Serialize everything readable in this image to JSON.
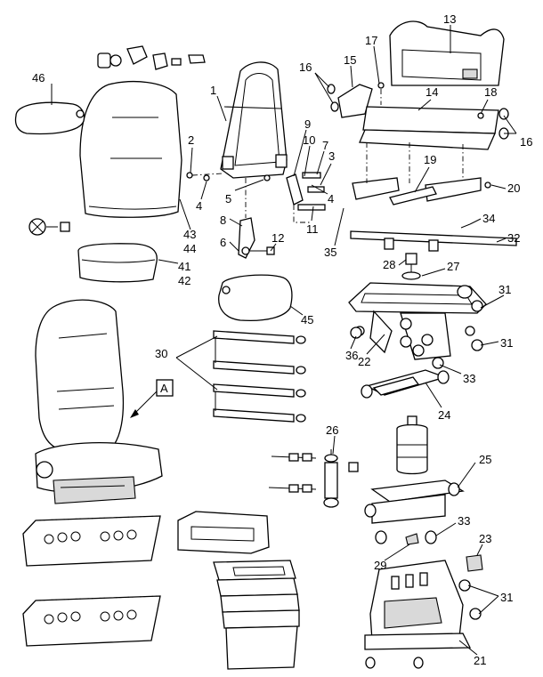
{
  "callouts": [
    {
      "n": "1"
    },
    {
      "n": "2"
    },
    {
      "n": "3"
    },
    {
      "n": "4"
    },
    {
      "n": "4"
    },
    {
      "n": "5"
    },
    {
      "n": "6"
    },
    {
      "n": "7"
    },
    {
      "n": "8"
    },
    {
      "n": "9"
    },
    {
      "n": "10"
    },
    {
      "n": "11"
    },
    {
      "n": "12"
    },
    {
      "n": "13"
    },
    {
      "n": "14"
    },
    {
      "n": "15"
    },
    {
      "n": "16"
    },
    {
      "n": "16"
    },
    {
      "n": "17"
    },
    {
      "n": "18"
    },
    {
      "n": "19"
    },
    {
      "n": "20"
    },
    {
      "n": "21"
    },
    {
      "n": "22"
    },
    {
      "n": "23"
    },
    {
      "n": "24"
    },
    {
      "n": "25"
    },
    {
      "n": "26"
    },
    {
      "n": "27"
    },
    {
      "n": "28"
    },
    {
      "n": "29"
    },
    {
      "n": "30"
    },
    {
      "n": "31"
    },
    {
      "n": "31"
    },
    {
      "n": "31"
    },
    {
      "n": "32"
    },
    {
      "n": "33"
    },
    {
      "n": "33"
    },
    {
      "n": "34"
    },
    {
      "n": "35"
    },
    {
      "n": "36"
    },
    {
      "n": "41"
    },
    {
      "n": "42"
    },
    {
      "n": "43"
    },
    {
      "n": "44"
    },
    {
      "n": "45"
    },
    {
      "n": "46"
    }
  ],
  "view_label": "A"
}
